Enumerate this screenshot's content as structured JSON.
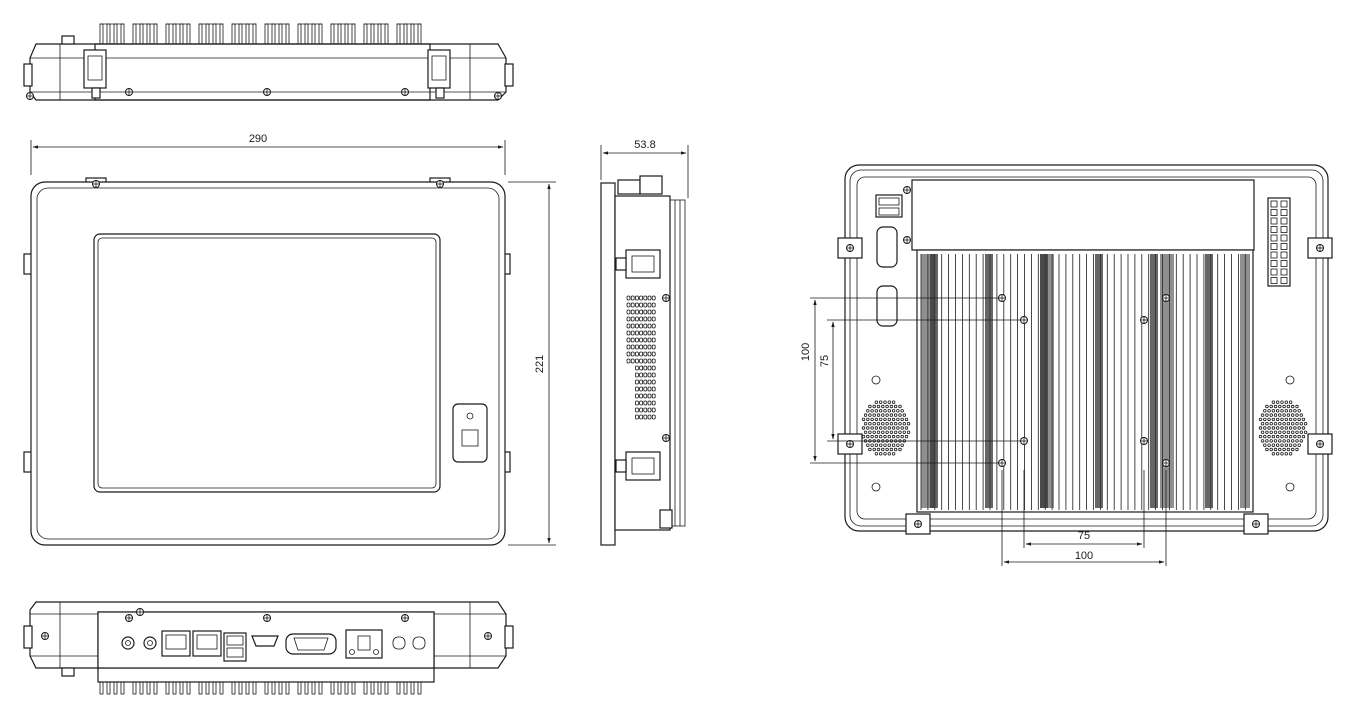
{
  "dimensions": {
    "front_width": "290",
    "front_height": "221",
    "side_depth": "53.8",
    "vesa_outer_vertical": "100",
    "vesa_inner_vertical": "75",
    "vesa_inner_horizontal": "75",
    "vesa_outer_horizontal": "100"
  },
  "views": [
    "top-view",
    "front-view",
    "side-view",
    "rear-view",
    "bottom-io-view"
  ],
  "colors": {
    "line": "#1a1a1a",
    "background": "#ffffff"
  }
}
